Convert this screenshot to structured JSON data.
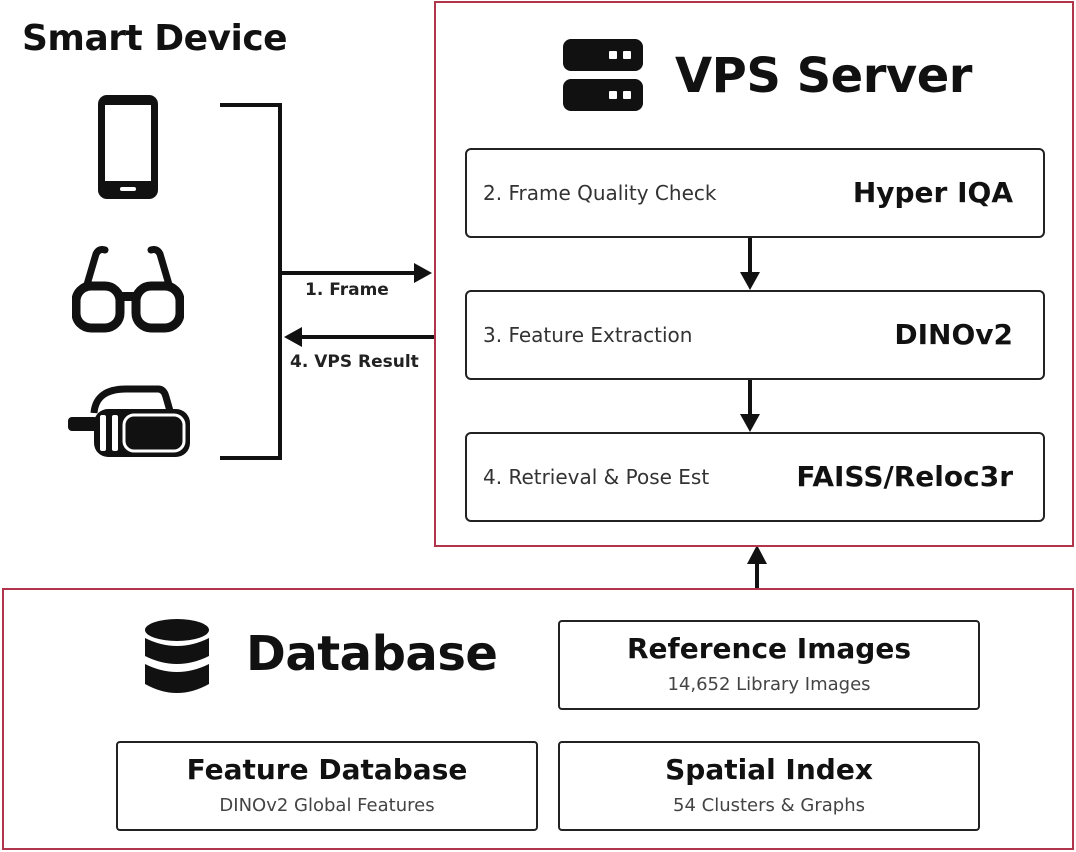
{
  "smart_device": {
    "title": "Smart Device",
    "devices": [
      {
        "icon": "smartphone-icon"
      },
      {
        "icon": "smart-glasses-icon"
      },
      {
        "icon": "vr-headset-icon"
      }
    ]
  },
  "flows": {
    "frame_label": "1. Frame",
    "result_label": "4. VPS Result"
  },
  "vps_server": {
    "title": "VPS Server",
    "icon": "server-icon",
    "steps": [
      {
        "label": "2. Frame Quality Check",
        "tool": "Hyper IQA"
      },
      {
        "label": "3. Feature Extraction",
        "tool": "DINOv2"
      },
      {
        "label": "4. Retrieval & Pose Est",
        "tool": "FAISS/Reloc3r"
      }
    ]
  },
  "database": {
    "title": "Database",
    "icon": "database-icon",
    "cards": {
      "reference_images": {
        "title": "Reference Images",
        "subtitle": "14,652 Library Images"
      },
      "feature_database": {
        "title": "Feature Database",
        "subtitle": "DINOv2 Global Features"
      },
      "spatial_index": {
        "title": "Spatial Index",
        "subtitle": "54 Clusters & Graphs"
      }
    }
  },
  "colors": {
    "box_border_accent": "#b0354a",
    "ink": "#111111"
  }
}
